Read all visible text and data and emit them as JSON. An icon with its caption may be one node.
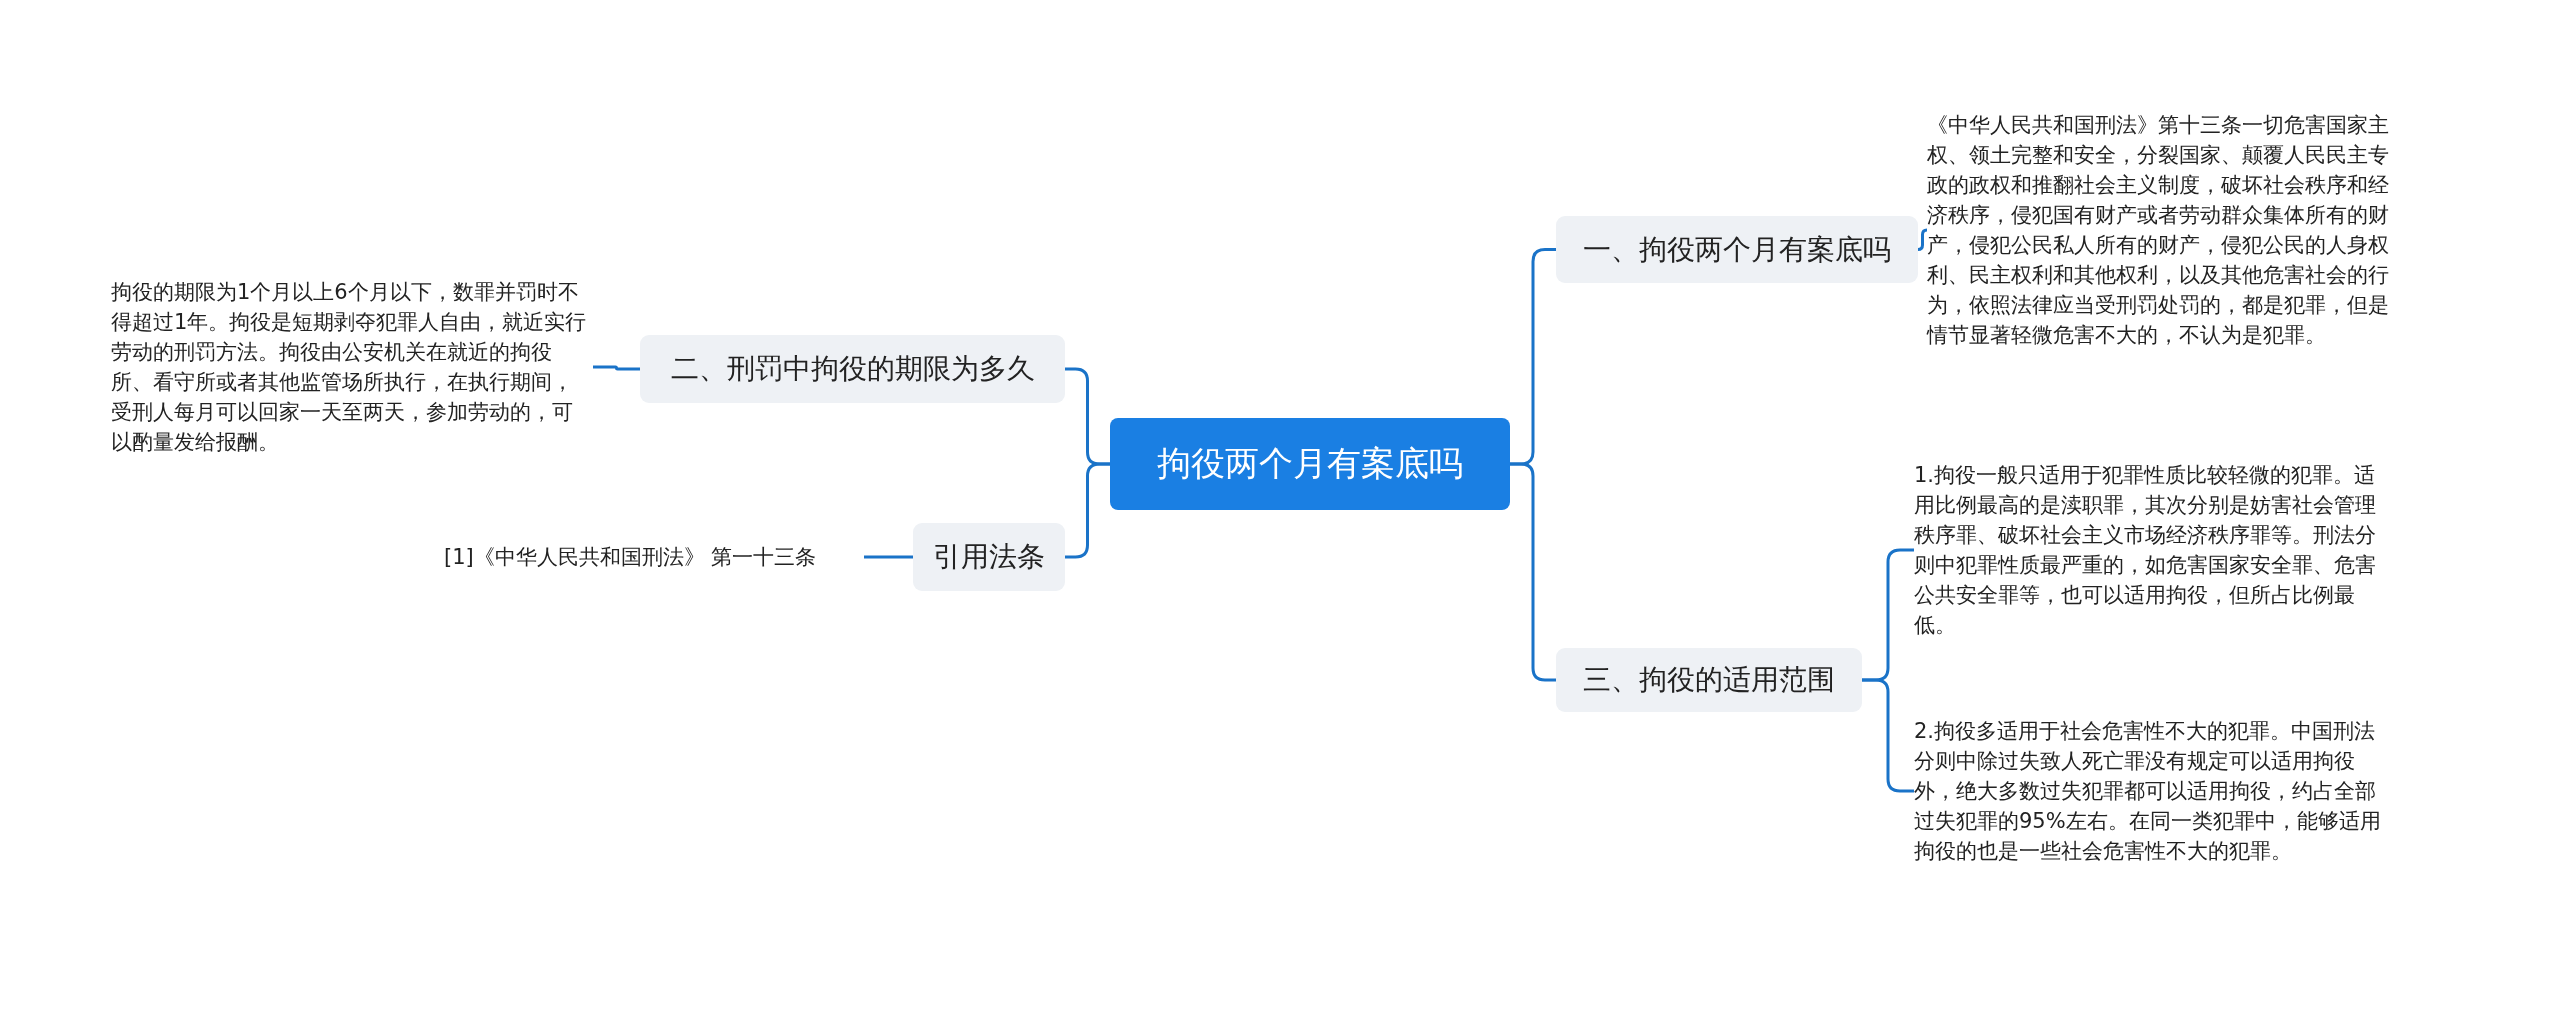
{
  "diagram": {
    "nodes": [
      {
        "text": [
          "拘役两个月有案底吗"
        ]
      },
      {
        "text": [
          "二、刑罚中拘役的期限为多久"
        ]
      },
      {
        "text": [
          "拘役的期限为1个月以上6个月以下，数罪并罚时不得超过1年。拘役是短期剥夺犯罪人自由，就近实行劳动的刑罚方法。拘役由公安机关在就近的拘役所、看守所或者其他监管场所执行，在执行期间，受刑人每月可以回家一天至两天，参加劳动的，可以酌量发给报酬。"
        ]
      },
      {
        "text": [
          "引用法条"
        ]
      },
      {
        "text": [
          "[1]《中华人民共和国刑法》 第一十三条"
        ]
      },
      {
        "text": [
          "一、拘役两个月有案底吗"
        ]
      },
      {
        "text": [
          "《中华人民共和国刑法》第十三条一切危害国家主权、领土完整和安全，分裂国家、颠覆人民民主专政的政权和推翻社会主义制度，破坏社会秩序和经济秩序，侵犯国有财产或者劳动群众集体所有的财产，侵犯公民私人所有的财产，侵犯公民的人身权利、民主权利和其他权利，以及其他危害社会的行为，依照法律应当受刑罚处罚的，都是犯罪，但是情节显著轻微危害不大的，不认为是犯罪。"
        ]
      },
      {
        "text": [
          "三、拘役的适用范围"
        ]
      },
      {
        "text": [
          "1.拘役一般只适用于犯罪性质比较轻微的犯罪。适用比例最高的是渎职罪，其次分别是妨害社会管理秩序罪、破坏社会主义市场经济秩序罪等。刑法分则中犯罪性质最严重的，如危害国家安全罪、危害公共安全罪等，也可以适用拘役，但所占比例最低。"
        ]
      },
      {
        "text": [
          "2.拘役多适用于社会危害性不大的犯罪。中国刑法分则中除过失致人死亡罪没有规定可以适用拘役外，绝大多数过失犯罪都可以适用拘役，约占全部过失犯罪的95%左右。在同一类犯罪中，能够适用拘役的也是一些社会危害性不大的犯罪。"
        ]
      }
    ],
    "edges": [
      {
        "from": 0,
        "to": 1,
        "arrow": "none"
      },
      {
        "from": 1,
        "to": 2,
        "arrow": "none"
      },
      {
        "from": 0,
        "to": 3,
        "arrow": "none"
      },
      {
        "from": 3,
        "to": 4,
        "arrow": "none"
      },
      {
        "from": 0,
        "to": 5,
        "arrow": "none"
      },
      {
        "from": 5,
        "to": 6,
        "arrow": "none"
      },
      {
        "from": 0,
        "to": 7,
        "arrow": "none"
      },
      {
        "from": 7,
        "to": 8,
        "arrow": "none"
      },
      {
        "from": 7,
        "to": 9,
        "arrow": "none"
      }
    ]
  }
}
